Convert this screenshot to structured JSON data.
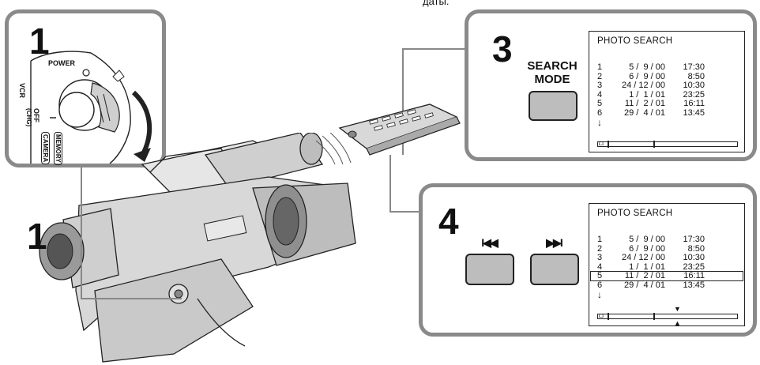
{
  "caption_top": "даты.",
  "steps": {
    "step1": {
      "number": "1",
      "dial_labels": {
        "power": "POWER",
        "vcr": "VCR",
        "off": "OFF",
        "chg": "(CHG)",
        "camera": "CAMERA",
        "memory": "MEMORY"
      }
    },
    "step1b": {
      "number": "1"
    },
    "step3": {
      "number": "3",
      "button_label": "SEARCH\nMODE"
    },
    "step4": {
      "number": "4",
      "prev_button_glyph": "I◀◀",
      "next_button_glyph": "▶▶I"
    }
  },
  "screens": [
    {
      "title": "PHOTO SEARCH",
      "rows": [
        {
          "index": "1",
          "date": "5/ 9/00",
          "time": "17:30"
        },
        {
          "index": "2",
          "date": "6/ 9/00",
          "time": "8:50"
        },
        {
          "index": "3",
          "date": "24/12/00",
          "time": "10:30"
        },
        {
          "index": "4",
          "date": "1/ 1/01",
          "time": "23:25"
        },
        {
          "index": "5",
          "date": "11/ 2/01",
          "time": "16:11"
        },
        {
          "index": "6",
          "date": "29/ 4/01",
          "time": "13:45"
        }
      ],
      "more_arrow": "↓",
      "selected_row": null,
      "bar_icon": "ᗝ"
    },
    {
      "title": "PHOTO SEARCH",
      "rows": [
        {
          "index": "1",
          "date": "5/ 9/00",
          "time": "17:30"
        },
        {
          "index": "2",
          "date": "6/ 9/00",
          "time": "8:50"
        },
        {
          "index": "3",
          "date": "24/12/00",
          "time": "10:30"
        },
        {
          "index": "4",
          "date": "1/ 1/01",
          "time": "23:25"
        },
        {
          "index": "5",
          "date": "11/ 2/01",
          "time": "16:11"
        },
        {
          "index": "6",
          "date": "29/ 4/01",
          "time": "13:45"
        }
      ],
      "more_arrow": "↓",
      "selected_row": 4,
      "bar_icon": "ᗝ"
    }
  ],
  "colors": {
    "panel_border": "#8a8a8a",
    "button_fill": "#bdbdbd",
    "ink": "#111111"
  }
}
